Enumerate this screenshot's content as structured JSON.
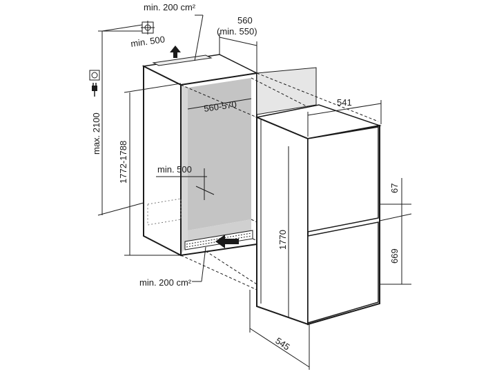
{
  "dimensions": {
    "top_vent": "min. 200 cm²",
    "top_opening_depth": "min. 500",
    "niche_depth": "560",
    "niche_depth_min": "(min. 550)",
    "max_height": "max. 2100",
    "niche_height": "1772-1788",
    "niche_width": "560-570",
    "bottom_depth": "min. 500",
    "bottom_vent": "min. 200 cm²",
    "appliance_width": "541",
    "appliance_height": "1770",
    "appliance_depth": "545",
    "freezer_offset": "67",
    "freezer_height": "669"
  },
  "icons": [
    "ventilation-icon",
    "socket-icon",
    "plug-icon"
  ],
  "colors": {
    "line": "#1a1a1a",
    "niche_interior": "#bdbdbd",
    "niche_interior_light": "#d4d4d4",
    "door_panel": "#e6e6e6",
    "white": "#ffffff"
  }
}
